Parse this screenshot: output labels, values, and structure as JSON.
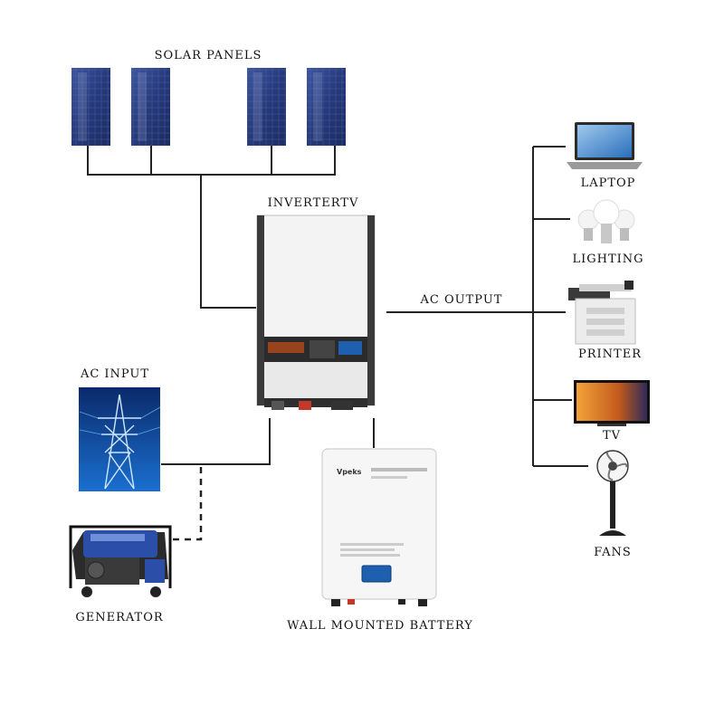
{
  "labels": {
    "solar_panels": "SOLAR PANELS",
    "inverter": "INVERTERTV",
    "ac_output": "AC OUTPUT",
    "ac_input": "AC INPUT",
    "generator": "GENERATOR",
    "battery": "WALL MOUNTED BATTERY",
    "laptop": "LAPTOP",
    "lighting": "LIGHTING",
    "printer": "PRINTER",
    "tv": "TV",
    "fans": "FANS"
  },
  "battery_brand": "Vpeks",
  "colors": {
    "panel": "#2a3d78",
    "inverter_body": "#f2f2f2",
    "inverter_dark": "#3a3a3a",
    "screen": "#1e5fb0",
    "wire": "#222222",
    "generator_blue": "#2b4fa8"
  },
  "icons": [
    "solar-panel-icon",
    "inverter-icon",
    "power-tower-icon",
    "generator-icon",
    "battery-icon",
    "laptop-icon",
    "bulb-icon",
    "printer-icon",
    "tv-icon",
    "fan-icon"
  ]
}
